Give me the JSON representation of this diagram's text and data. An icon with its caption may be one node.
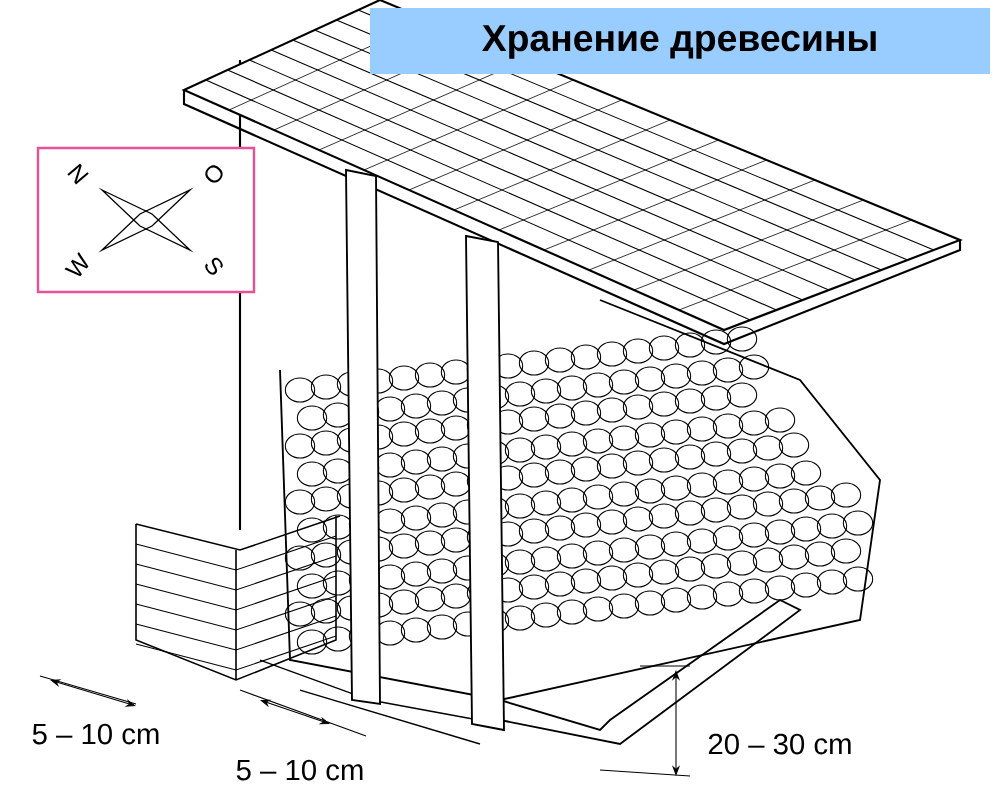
{
  "diagram": {
    "title": "Хранение древесины",
    "nodes": [
      {
        "text": [
          "N",
          "O",
          "W",
          "S"
        ]
      }
    ],
    "labels": [
      "5 – 10 cm",
      "5 – 10 cm",
      "20 – 30 cm"
    ]
  }
}
